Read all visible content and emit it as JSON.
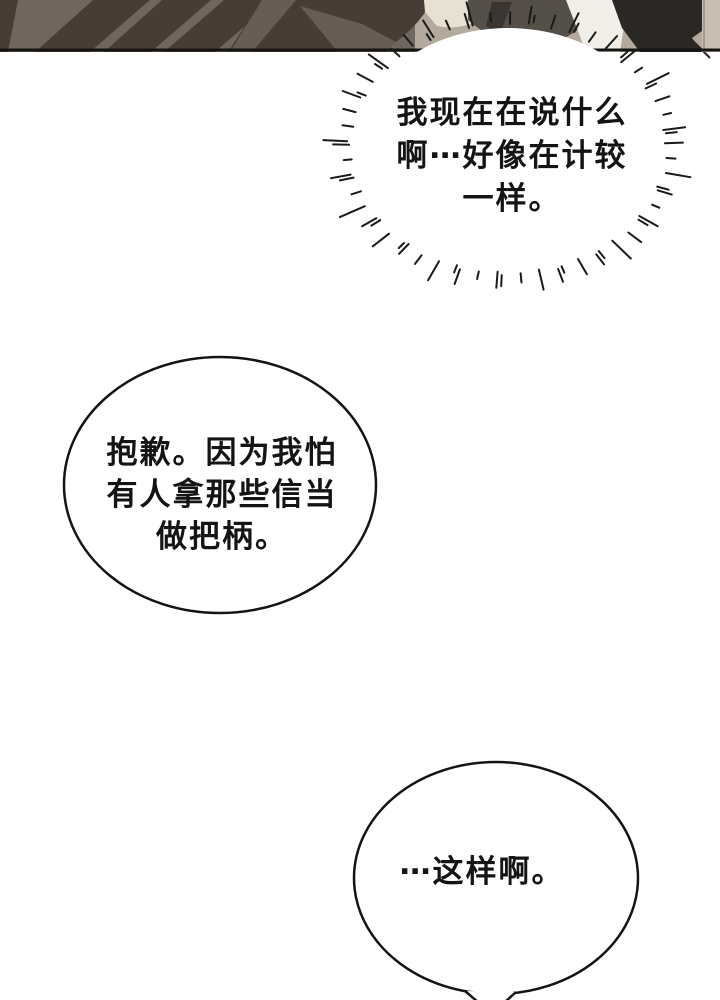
{
  "page": {
    "type": "comic-page",
    "background": "#ffffff"
  },
  "colors": {
    "ink": "#141414",
    "bubble_fill": "#ffffff",
    "panel_base_left": "#6f675f",
    "panel_stripe_dark": "#483d36",
    "panel_stripe_light": "#665d55",
    "panel_bg_right": "#b3aa9d",
    "figure_hair": "#544f49",
    "figure_shirt": "#f1eee7",
    "figure_jacket": "#2b2724",
    "wall_band": "#c6bfb2",
    "cream_patch": "#e7e1d3",
    "panel_border": "#161412"
  },
  "bubbles": {
    "burst": {
      "style": "flash-burst",
      "lines": [
        "我现在在说什么",
        "啊⋯好像在计较",
        "一样。"
      ]
    },
    "apology": {
      "style": "oval",
      "lines": [
        "抱歉。因为我怕",
        "有人拿那些信当",
        "做把柄。"
      ]
    },
    "reply": {
      "style": "oval-with-tail",
      "lines": [
        "⋯这样啊。"
      ]
    }
  }
}
